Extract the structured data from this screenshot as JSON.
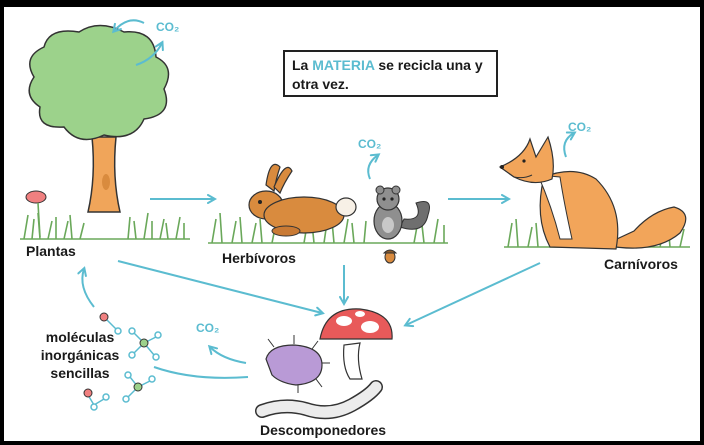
{
  "note": {
    "before": "La",
    "highlight": "MATERIA",
    "after": "se recicla una y otra vez."
  },
  "labels": {
    "plants": "Plantas",
    "herbivores": "Herbívoros",
    "carnivores": "Carnívoros",
    "molecules_line1": "moléculas",
    "molecules_line2": "inorgánicas",
    "molecules_line3": "sencillas",
    "decomposers": "Descomponedores"
  },
  "co2_label": "CO₂",
  "colors": {
    "arrow": "#5bbcd0",
    "highlight": "#5bbcd0",
    "foliage": "#9cd28b",
    "trunk": "#f0a55a",
    "rabbit": "#d98b3e",
    "fox": "#f2a55a",
    "squirrel": "#8f8f8f",
    "mushroom_cap": "#e85a5a",
    "bug": "#b99ad6"
  },
  "icons": [
    "tree-icon",
    "rabbit-icon",
    "squirrel-icon",
    "fox-icon",
    "mushroom-icon",
    "bug-icon",
    "worm-icon",
    "molecule-icon"
  ]
}
